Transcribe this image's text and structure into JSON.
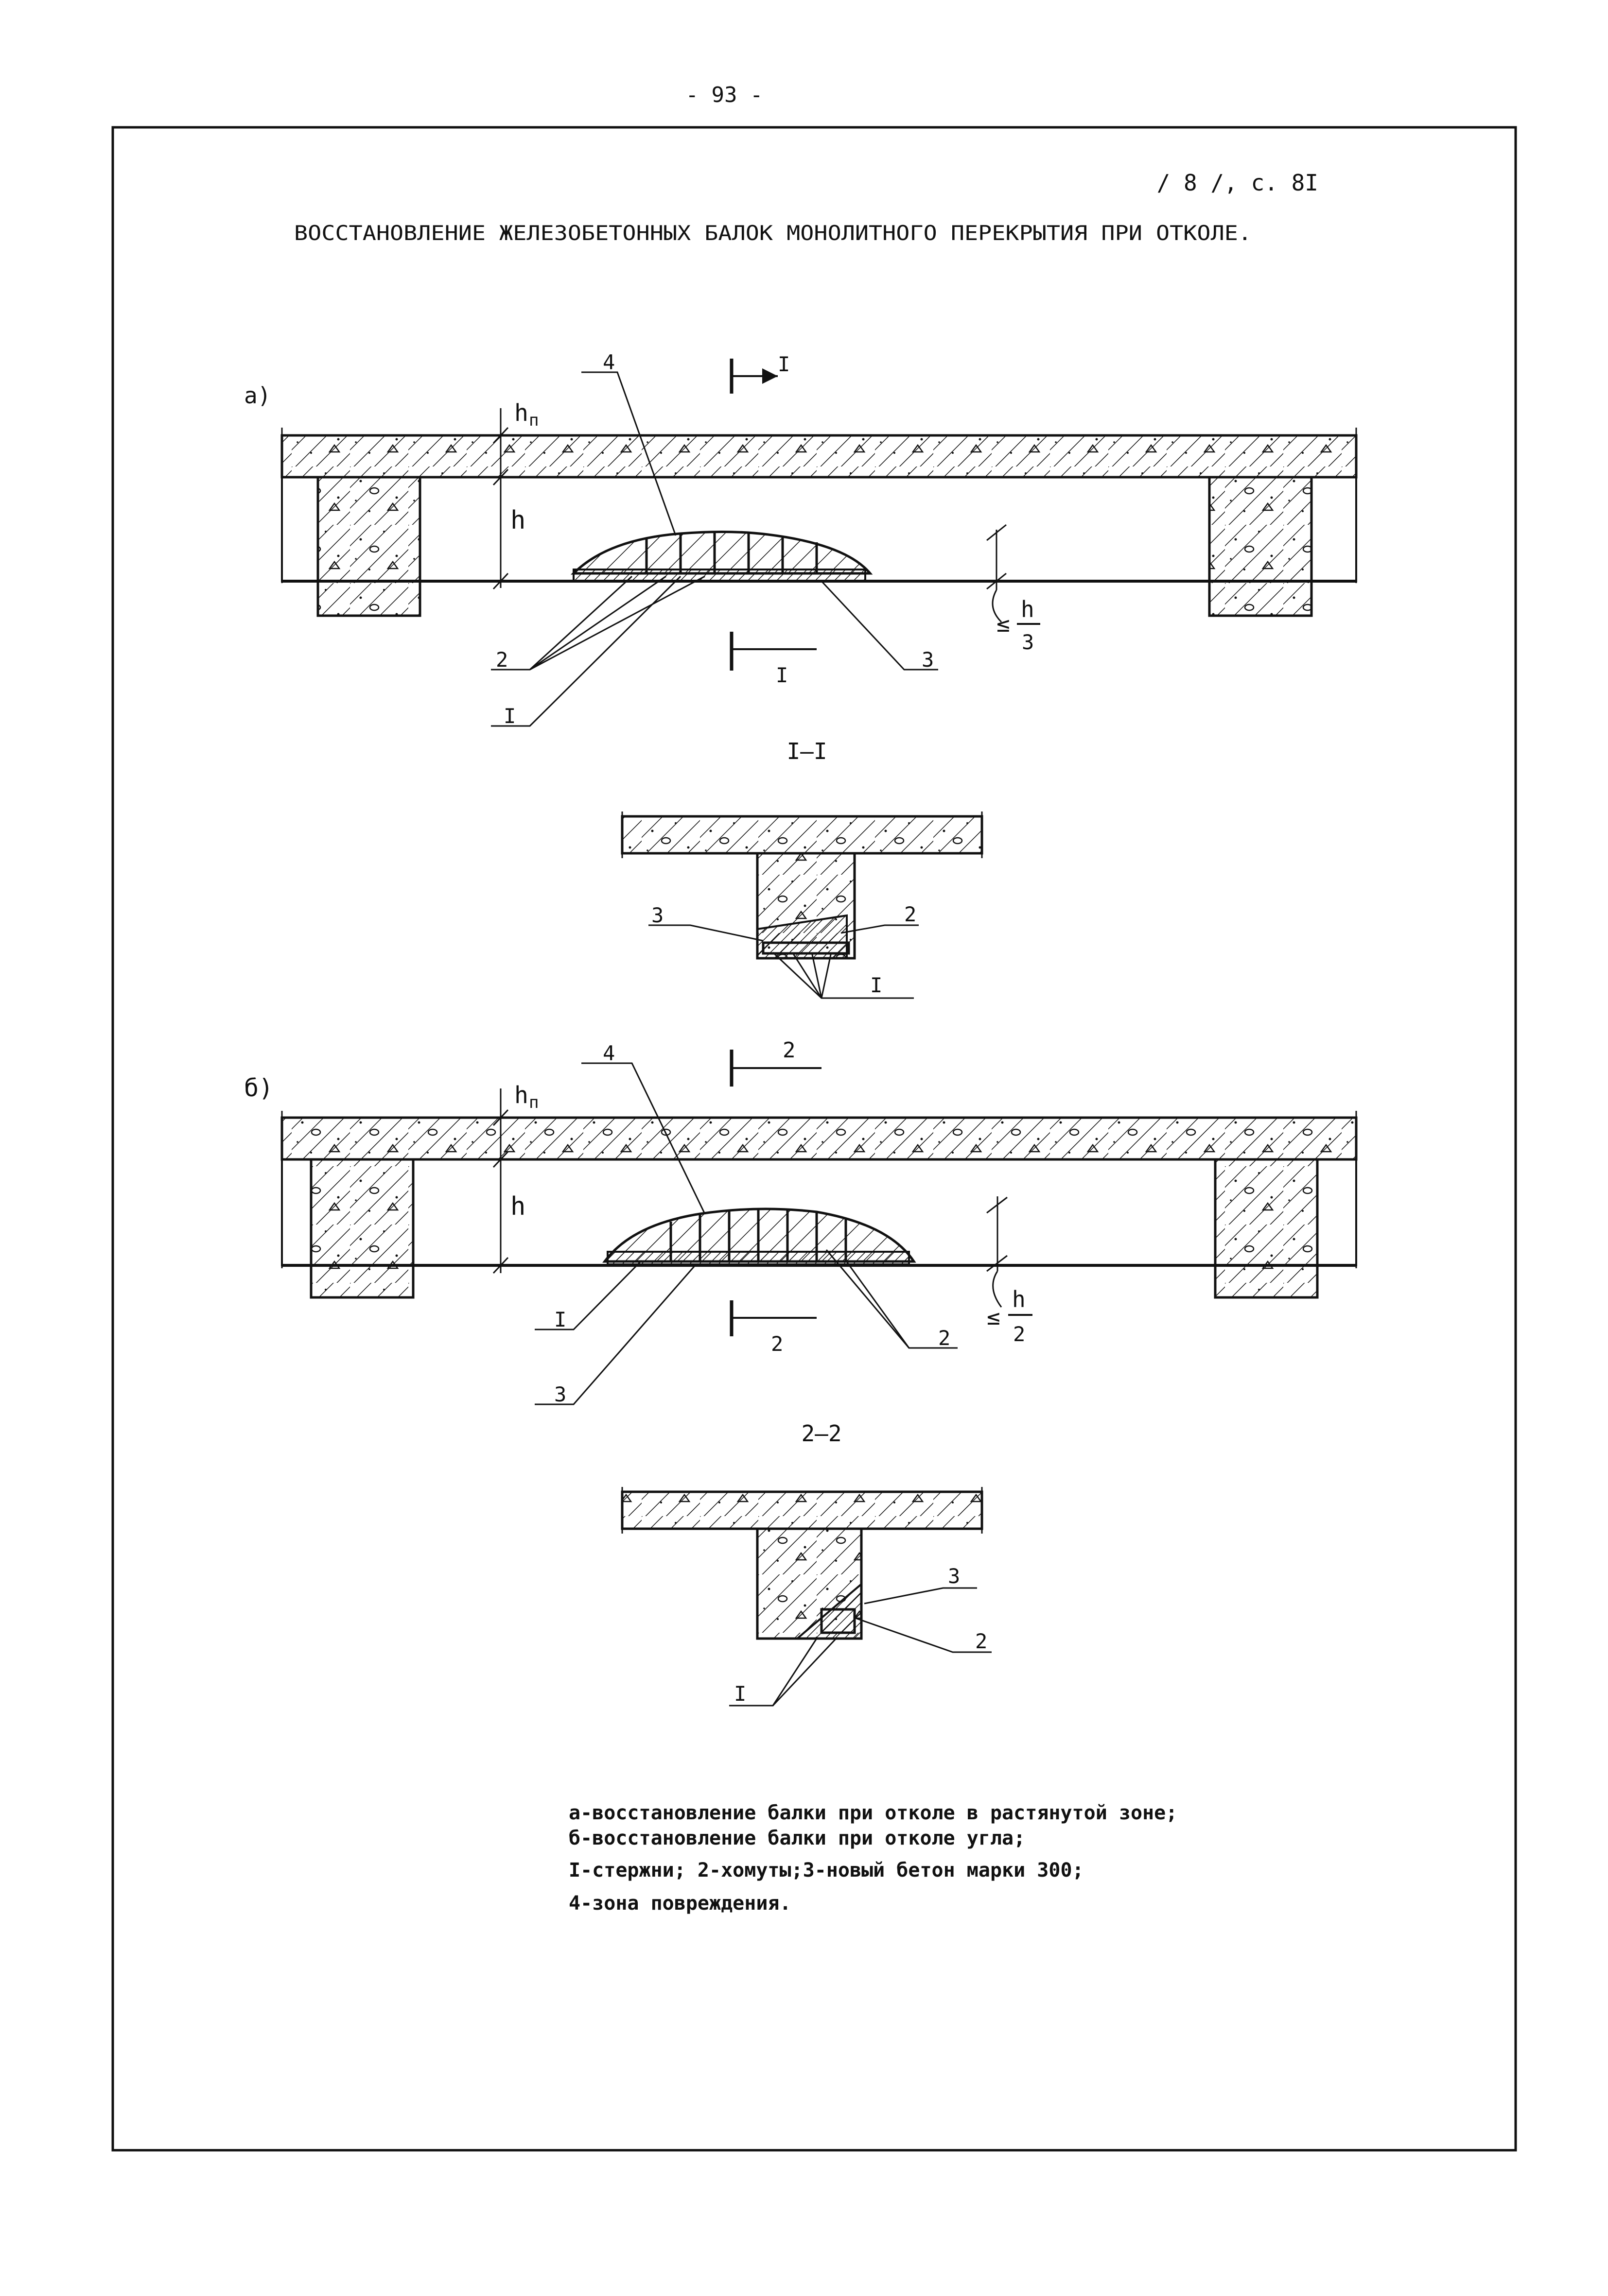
{
  "page_number": "- 93 -",
  "reference": "/ 8 /, с. 8I",
  "title": "ВОССТАНОВЛЕНИЕ ЖЕЛЕЗОБЕТОННЫХ БАЛОК МОНОЛИТНОГО ПЕРЕКРЫТИЯ ПРИ ОТКОЛЕ.",
  "figure_a": {
    "label": "а)",
    "h_slab": "h",
    "h_slab_sub": "п",
    "h_label": "h",
    "fraction_num": "h",
    "fraction_den": "3",
    "section_mark": "I",
    "callouts": {
      "c4": "4",
      "c2": "2",
      "c3": "3",
      "cI": "I"
    },
    "section_title": "I–I",
    "section_callouts": {
      "c3": "3",
      "c2": "2",
      "cI": "I"
    }
  },
  "figure_b": {
    "label": "б)",
    "h_slab": "h",
    "h_slab_sub": "п",
    "h_label": "h",
    "fraction_num": "h",
    "fraction_den": "2",
    "section_mark": "2",
    "callouts": {
      "c4": "4",
      "c1": "I",
      "c3": "3",
      "c2": "2"
    },
    "section_title": "2–2",
    "section_callouts": {
      "c3": "3",
      "c2": "2",
      "cI": "I"
    }
  },
  "legend": [
    "а-восстановление балки при отколе в растянутой зоне;",
    "б-восстановление балки при отколе угла;",
    "I-стержни; 2-хомуты;3-новый бетон марки 300;",
    "4-зона повреждения."
  ]
}
